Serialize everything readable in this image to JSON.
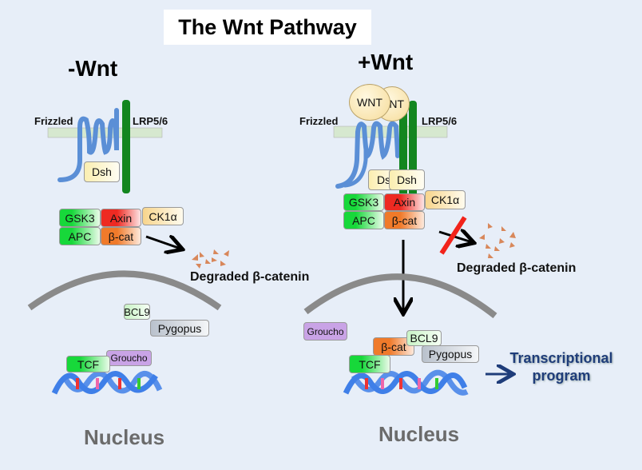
{
  "title": "The Wnt Pathway",
  "left": {
    "heading": "-Wnt",
    "frizzled": "Frizzled",
    "lrp": "LRP5/6",
    "dsh": "Dsh",
    "complex": {
      "gsk3": "GSK3",
      "axin": "Axin",
      "ck1": "CK1α",
      "apc": "APC",
      "bcat": "β-cat"
    },
    "degraded": "Degraded β-catenin",
    "nuclear": {
      "bcl9": "BCL9",
      "pygopus": "Pygopus",
      "groucho": "Groucho",
      "tcf": "TCF"
    },
    "nucleus": "Nucleus"
  },
  "right": {
    "heading": "+Wnt",
    "wnt1": "WNT",
    "wnt2": "NT",
    "frizzled": "Frizzled",
    "lrp": "LRP5/6",
    "dsh1": "Ds",
    "dsh2": "Dsh",
    "complex": {
      "gsk3": "GSK3",
      "axin": "Axin",
      "ck1": "CK1α",
      "apc": "APC",
      "bcat": "β-cat"
    },
    "degraded": "Degraded β-catenin",
    "nuclear": {
      "groucho": "Groucho",
      "bcat": "β-cat",
      "bcl9": "BCL9",
      "pygopus": "Pygopus",
      "tcf": "TCF"
    },
    "transcription": "Transcriptional program",
    "nucleus": "Nucleus"
  },
  "colors": {
    "background": "#e7eef8",
    "lrp": "#13861f",
    "frizzled": "#5b8fd6",
    "dna": "#3f7fe8",
    "nuclear_envelope": "#8a8a8a",
    "transcription": "#1f3d7a",
    "block": "#f2231b"
  }
}
